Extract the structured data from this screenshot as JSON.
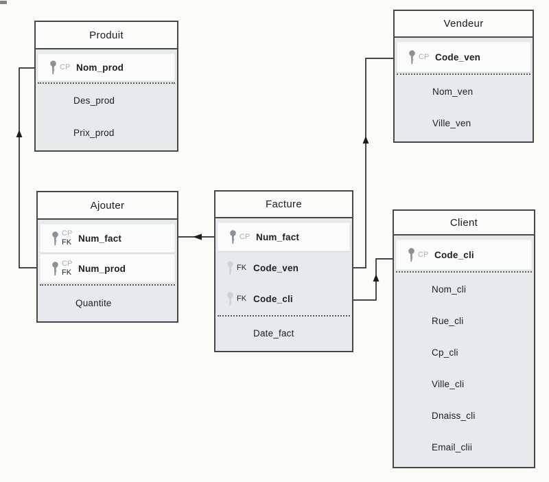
{
  "colors": {
    "table_body": "#e6eaeb",
    "key_row_bg": "#fafbfa",
    "table_border": "#47474a",
    "connector_line": "#2c2c30",
    "cp_label": "#a8afb4",
    "fk_label": "#232328",
    "key_icon": "#8b9298",
    "faint_key_icon": "#ccd2d5"
  },
  "entities": {
    "produit": {
      "title": "Produit",
      "fields": [
        {
          "name": "Nom_prod",
          "badges": [
            "CP"
          ]
        },
        {
          "name": "Des_prod",
          "badges": []
        },
        {
          "name": "Prix_prod",
          "badges": []
        }
      ]
    },
    "vendeur": {
      "title": "Vendeur",
      "fields": [
        {
          "name": "Code_ven",
          "badges": [
            "CP"
          ]
        },
        {
          "name": "Nom_ven",
          "badges": []
        },
        {
          "name": "Ville_ven",
          "badges": []
        }
      ]
    },
    "ajouter": {
      "title": "Ajouter",
      "fields": [
        {
          "name": "Num_fact",
          "badges": [
            "CP",
            "FK"
          ]
        },
        {
          "name": "Num_prod",
          "badges": [
            "CP",
            "FK"
          ]
        },
        {
          "name": "Quantite",
          "badges": []
        }
      ]
    },
    "facture": {
      "title": "Facture",
      "fields": [
        {
          "name": "Num_fact",
          "badges": [
            "CP"
          ]
        },
        {
          "name": "Code_ven",
          "badges": [
            "FK"
          ]
        },
        {
          "name": "Code_cli",
          "badges": [
            "FK"
          ]
        },
        {
          "name": "Date_fact",
          "badges": []
        }
      ]
    },
    "client": {
      "title": "Client",
      "fields": [
        {
          "name": "Code_cli",
          "badges": [
            "CP"
          ]
        },
        {
          "name": "Nom_cli",
          "badges": []
        },
        {
          "name": "Rue_cli",
          "badges": []
        },
        {
          "name": "Cp_cli",
          "badges": []
        },
        {
          "name": "Ville_cli",
          "badges": []
        },
        {
          "name": "Dnaiss_cli",
          "badges": []
        },
        {
          "name": "Email_clii",
          "badges": []
        }
      ]
    }
  },
  "relationships": [
    {
      "from": "Facture.Num_fact",
      "to": "Ajouter.Num_fact",
      "arrow_points_to": "Ajouter"
    },
    {
      "from": "Ajouter.Num_prod",
      "to": "Produit.Nom_prod",
      "arrow_points_to": "Produit"
    },
    {
      "from": "Facture.Code_ven",
      "to": "Vendeur.Code_ven",
      "arrow_points_to": "Vendeur"
    },
    {
      "from": "Facture.Code_cli",
      "to": "Client.Code_cli",
      "arrow_points_to": "Client"
    }
  ]
}
